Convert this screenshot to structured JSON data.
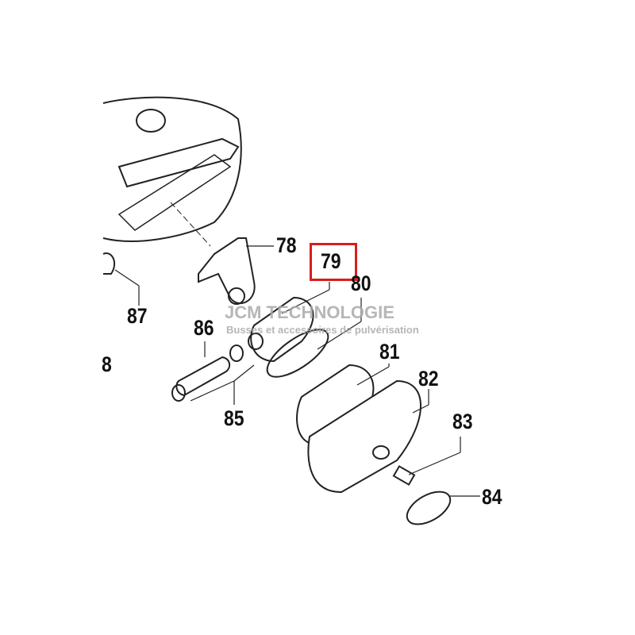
{
  "labels": {
    "p78": "78",
    "p79": "79",
    "p80": "80",
    "p81": "81",
    "p82": "82",
    "p83": "83",
    "p84": "84",
    "p85": "85",
    "p86": "86",
    "p87": "87",
    "p8": "8"
  },
  "watermark": {
    "title": "JCM TECHNOLOGIE",
    "subtitle": "Busses et accessoires de pulvérisation"
  },
  "highlight_color": "#d61e1e"
}
